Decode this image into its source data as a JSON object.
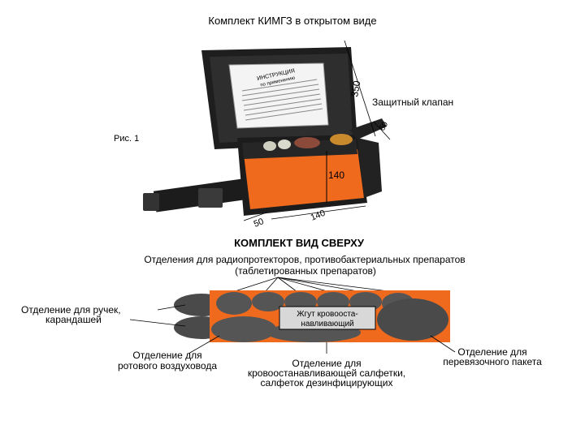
{
  "title": "Комплект КИМГЗ в открытом виде",
  "figure_label": "Рис. 1",
  "instruction_card": {
    "heading": "ИНСТРУКЦИЯ\nпо применению"
  },
  "dimensions": {
    "height": "350",
    "flap": "60",
    "front": "140",
    "depth": "50",
    "width": "140"
  },
  "labels": {
    "flap": "Защитный клапан"
  },
  "top_view": {
    "title": "КОМПЛЕКТ ВИД СВЕРХУ",
    "top_label_line1": "Отделения для радиопротекторов, противобактериальных препаратов",
    "top_label_line2": "(таблетированных препаратов)",
    "left_label_line1": "Отделение для ручек,",
    "left_label_line2": "карандашей",
    "tourniquet_line1": "Жгут кровооста-",
    "tourniquet_line2": "навливающий",
    "bottom_left_line1": "Отделение для",
    "bottom_left_line2": "ротового воздуховода",
    "bottom_mid_line1": "Отделение для",
    "bottom_mid_line2": "кровоостанавливающей салфетки,",
    "bottom_mid_line3": "салфеток дезинфицирующих",
    "bottom_right_line1": "Отделение для",
    "bottom_right_line2": "перевязочного пакета"
  },
  "colors": {
    "orange": "#f06a1e",
    "dark": "#2a2a2a",
    "gray": "#5a5a5a"
  }
}
